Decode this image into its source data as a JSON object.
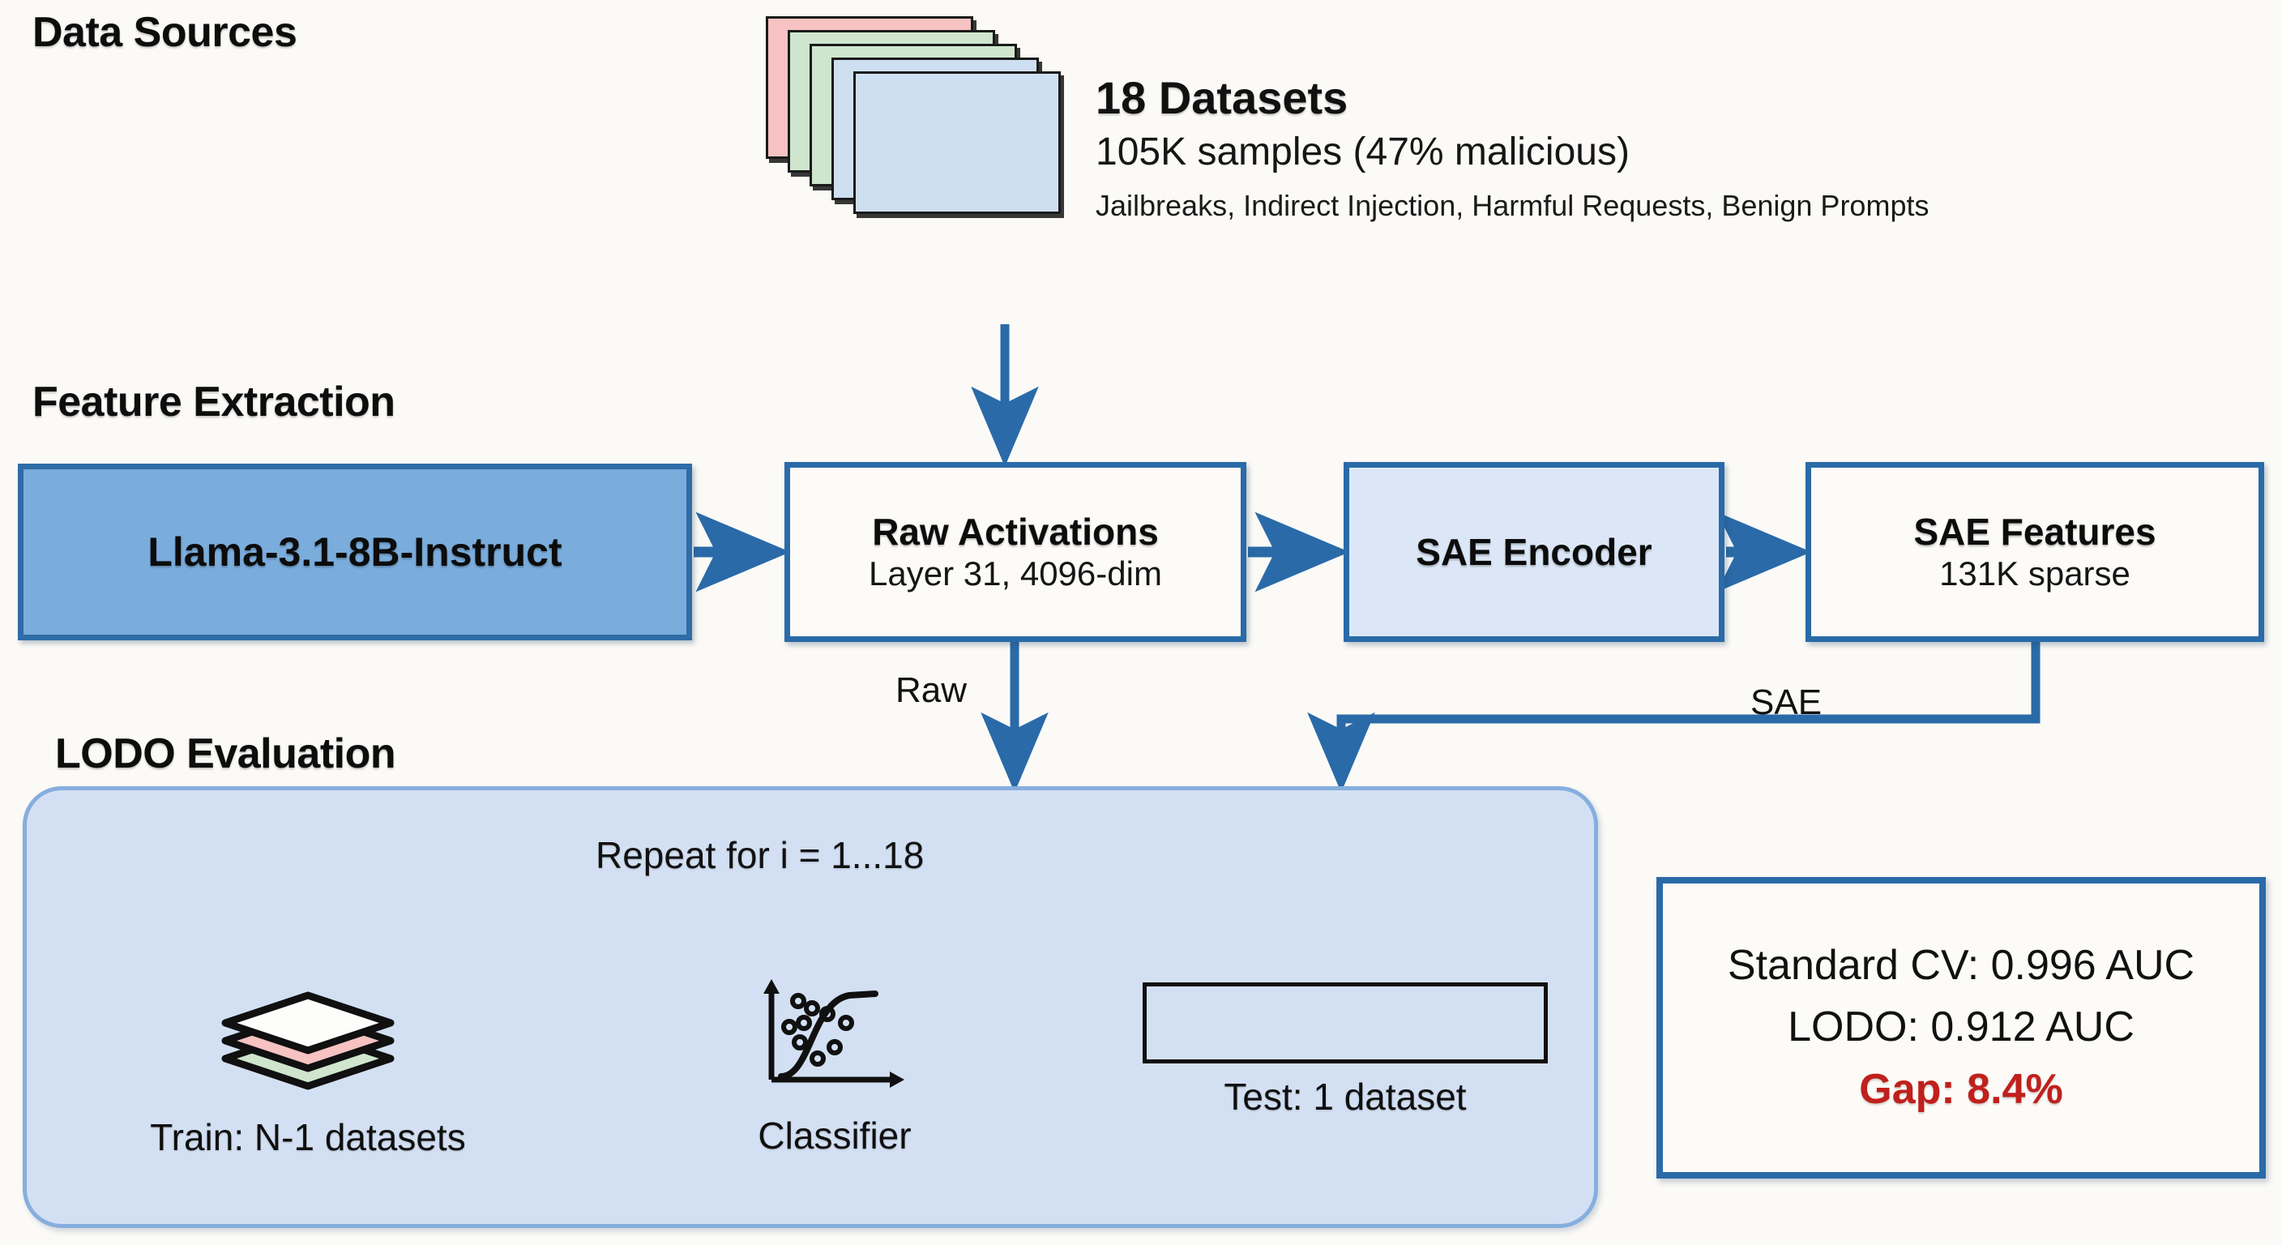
{
  "sections": {
    "data_sources": "Data Sources",
    "feature_extraction": "Feature Extraction",
    "lodo_evaluation": "LODO Evaluation"
  },
  "datasets": {
    "title": "18 Datasets",
    "subtitle": "105K samples (47% malicious)",
    "categories": "Jailbreaks, Indirect Injection, Harmful Requests, Benign Prompts",
    "stack_colors": [
      "#f6c2c2",
      "#cfe5ce",
      "#cfe5ce",
      "#cfdff2",
      "#cfdff2"
    ]
  },
  "pipeline": {
    "model": {
      "title": "Llama-3.1-8B-Instruct",
      "fill": "#7aaddc"
    },
    "raw_activations": {
      "title": "Raw Activations",
      "subtitle": "Layer 31, 4096-dim",
      "fill": "#fcfbf8"
    },
    "sae_encoder": {
      "title": "SAE Encoder",
      "subtitle": "",
      "fill": "#dbe7f6"
    },
    "sae_features": {
      "title": "SAE Features",
      "subtitle": "131K sparse",
      "fill": "#fcfbf8"
    },
    "edge_labels": {
      "raw": "Raw",
      "sae": "SAE"
    },
    "accent": "#2a6aa8"
  },
  "lodo": {
    "repeat_label": "Repeat for i = 1...18",
    "train": {
      "caption": "Train: N-1 datasets",
      "icon": "layers-stack-icon"
    },
    "classifier": {
      "caption": "Classifier",
      "icon": "scatter-plot-icon"
    },
    "test": {
      "caption": "Test: 1 dataset",
      "icon": "empty-rectangle-icon"
    },
    "panel_fill": "#d3e0f3"
  },
  "results": {
    "standard_cv": "Standard CV: 0.996 AUC",
    "lodo": "LODO: 0.912 AUC",
    "gap": "Gap: 8.4%",
    "gap_color": "#c0201c"
  }
}
